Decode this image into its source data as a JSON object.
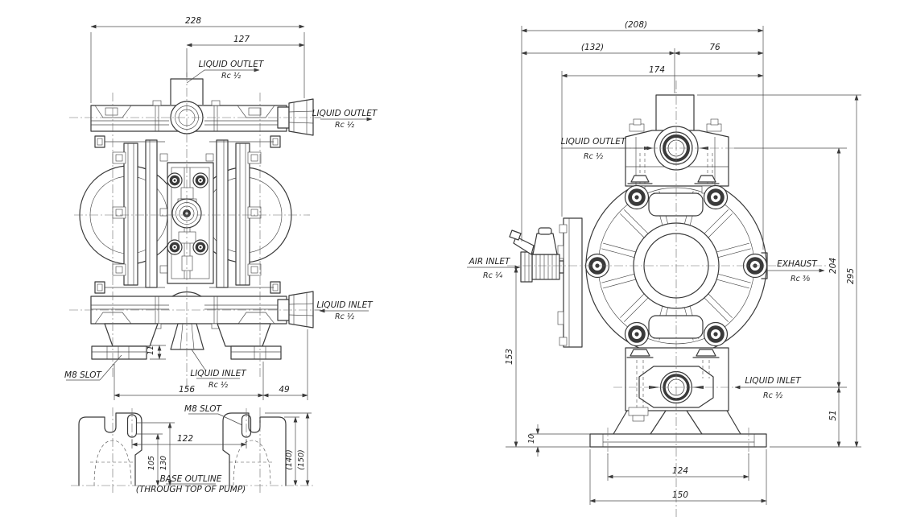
{
  "title": "Air-operated diaphragm pump dimensional drawing",
  "colors": {
    "line": "#3a3a3a",
    "dim": "#4a4a4a",
    "background": "#ffffff"
  },
  "side_view": {
    "dims": {
      "total_width": "228",
      "outlet_offset": "127",
      "foot_span": "156",
      "fitting_overhang": "49",
      "foot_height": "11"
    },
    "labels": {
      "outlet_top": {
        "line1": "LIQUID OUTLET",
        "line2": "Rc ½"
      },
      "outlet_side": {
        "line1": "LIQUID OUTLET",
        "line2": "Rc ½"
      },
      "inlet_side": {
        "line1": "LIQUID INLET",
        "line2": "Rc ½"
      },
      "inlet_bottom": {
        "line1": "LIQUID INLET",
        "line2": "Rc ½"
      },
      "m8_slot": "M8 SLOT"
    }
  },
  "base_outline": {
    "dims": {
      "slot_span": "122",
      "offset_a": "105",
      "offset_b": "130",
      "depth_a": "(140)",
      "depth_b": "(150)"
    },
    "labels": {
      "m8_slot": "M8 SLOT"
    },
    "caption": {
      "line1": "BASE OUTLINE",
      "line2": "(THROUGH TOP OF PUMP)"
    }
  },
  "front_view": {
    "dims": {
      "overall_width": "(208)",
      "left_of_center": "(132)",
      "right_of_center": "76",
      "flange_width": "174",
      "total_height": "295",
      "port_spacing": "204",
      "inlet_height": "51",
      "air_inlet_height": "153",
      "base_thickness": "10",
      "base_bolt_span": "124",
      "base_width": "150"
    },
    "labels": {
      "outlet": {
        "line1": "LIQUID OUTLET",
        "line2": "Rc ½"
      },
      "air_inlet": {
        "line1": "AIR INLET",
        "line2": "Rc ¼"
      },
      "exhaust": {
        "line1": "EXHAUST",
        "line2": "Rc ⅜"
      },
      "inlet": {
        "line1": "LIQUID INLET",
        "line2": "Rc ½"
      }
    }
  }
}
